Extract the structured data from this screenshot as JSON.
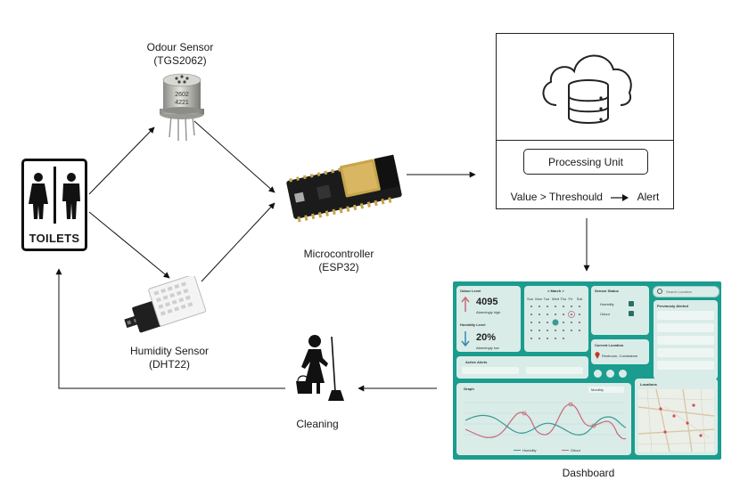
{
  "toilet_sign": {
    "label": "TOILETS"
  },
  "odour_sensor": {
    "name": "Odour Sensor",
    "model": "(TGS2062)",
    "marking_1": "2602",
    "marking_2": "4221"
  },
  "humidity_sensor": {
    "name": "Humidity Sensor",
    "model": "(DHT22)"
  },
  "microcontroller": {
    "name": "Microcontroller",
    "model": "(ESP32)"
  },
  "cloud": {
    "processing_unit": "Processing Unit",
    "rule_condition": "Value > Threshould",
    "rule_result": "Alert"
  },
  "dashboard": {
    "caption": "Dashboard",
    "odour_title": "Odour Level",
    "odour_value": "4095",
    "odour_status": "Alarmingly high",
    "humidity_title": "Humidity Level",
    "humidity_value": "20%",
    "humidity_status": "Alarmingly low",
    "calendar_title": "< March >",
    "calendar_days": [
      "Sun",
      "Mon",
      "Tue",
      "Wed",
      "Thu",
      "Fri",
      "Sat"
    ],
    "sensor_status_title": "Sensor Status",
    "sensor_humidity": "Humidity",
    "sensor_odour": "Odour",
    "search_placeholder": "Search Location",
    "previously_alerted": "Previously Alerted",
    "current_location_title": "Current Location",
    "current_location_value": "Restroom, Coimbatore",
    "active_alerts": "Active Alerts",
    "graph_title": "Graph",
    "graph_filter": "Monthly",
    "graph_legend_1": "Humidity",
    "graph_legend_2": "Odour",
    "locations_title": "Locations",
    "colors": {
      "background": "#1a9c8e",
      "card": "#d9ece8",
      "odour_line": "#c8697a",
      "humidity_line": "#3a9a94"
    }
  },
  "cleaning": {
    "label": "Cleaning"
  }
}
